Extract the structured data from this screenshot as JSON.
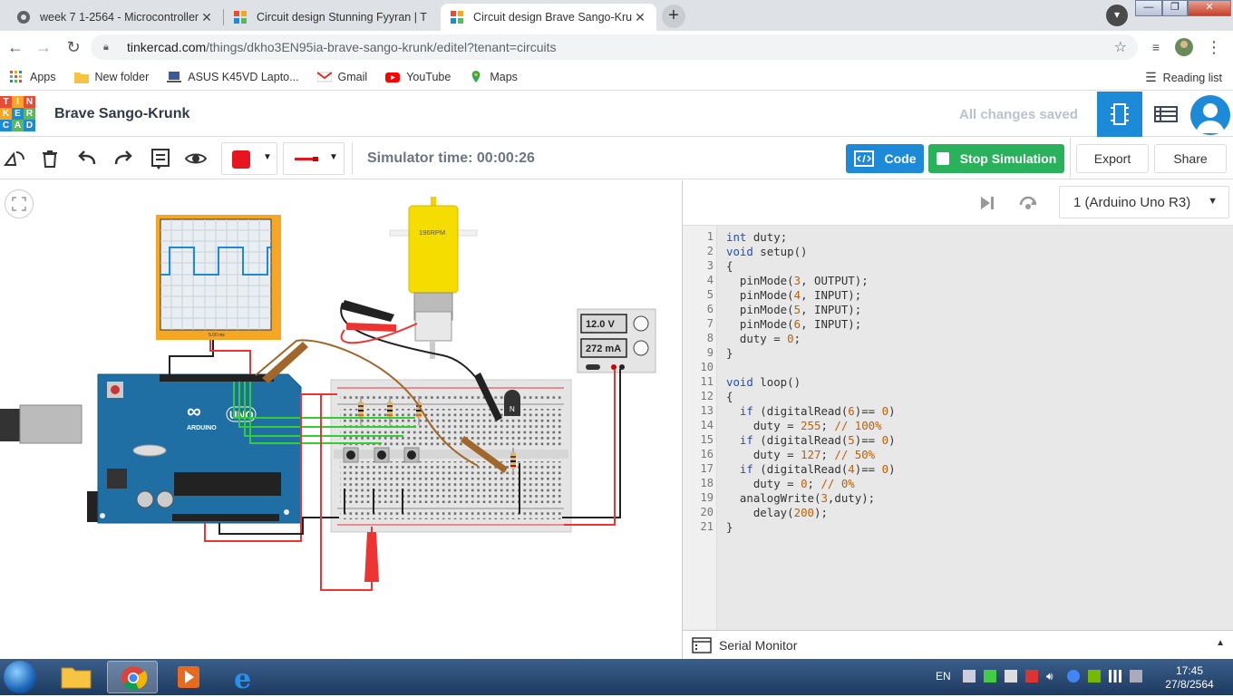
{
  "browser": {
    "tabs": [
      {
        "title": "week 7 1-2564 - Microcontroller",
        "active": false
      },
      {
        "title": "Circuit design Stunning Fyyran | T",
        "active": false
      },
      {
        "title": "Circuit design Brave Sango-Krunk",
        "active": true
      }
    ],
    "url_host": "tinkercad.com",
    "url_path": "/things/dkho3EN95ia-brave-sango-krunk/editel?tenant=circuits",
    "bookmarks": [
      "Apps",
      "New folder",
      "ASUS K45VD Lapto...",
      "Gmail",
      "YouTube",
      "Maps"
    ],
    "reading_list": "Reading list"
  },
  "tinkercad": {
    "logo_letters": [
      "T",
      "I",
      "N",
      "K",
      "E",
      "R",
      "C",
      "A",
      "D"
    ],
    "design_title": "Brave Sango-Krunk",
    "save_status": "All changes saved"
  },
  "editor_toolbar": {
    "simulator_time": "Simulator time: 00:00:26",
    "code_label": "Code",
    "stop_label": "Stop Simulation",
    "export_label": "Export",
    "share_label": "Share",
    "color_swatch": "#e8141f"
  },
  "circuit": {
    "motor_label": "196RPM",
    "supply_voltage": "12.0 V",
    "supply_current": "272 mA",
    "transistor_label": "N",
    "arduino_brand": "ARDUINO",
    "arduino_model": "UNO",
    "scope_time": "5.00 ms"
  },
  "code_panel": {
    "device": "1 (Arduino Uno R3)",
    "serial_monitor": "Serial Monitor",
    "lines": [
      "int duty;",
      "void setup()",
      "{",
      "  pinMode(3, OUTPUT);",
      "  pinMode(4, INPUT);",
      "  pinMode(5, INPUT);",
      "  pinMode(6, INPUT);",
      "  duty = 0;",
      "}",
      "",
      "void loop()",
      "{",
      "  if (digitalRead(6)== 0)",
      "    duty = 255; // 100%",
      "  if (digitalRead(5)== 0)",
      "    duty = 127; // 50%",
      "  if (digitalRead(4)== 0)",
      "    duty = 0; // 0%",
      "  analogWrite(3,duty);",
      "    delay(200);",
      "}"
    ]
  },
  "taskbar": {
    "language": "EN",
    "time": "17:45",
    "date": "27/8/2564"
  }
}
